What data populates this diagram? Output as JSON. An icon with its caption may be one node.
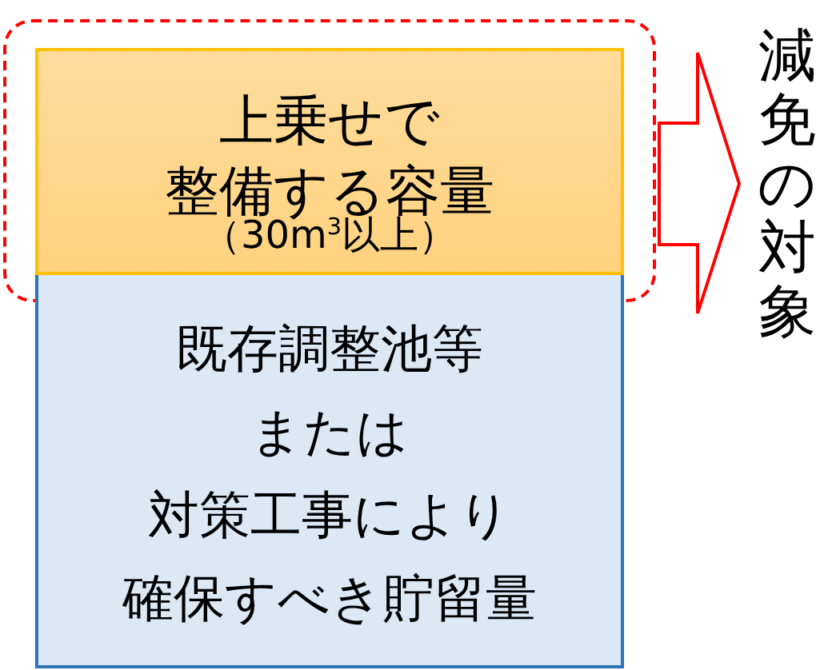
{
  "diagram": {
    "nodes": [
      {
        "text": [],
        "shape": "box"
      },
      {
        "text": [
          "上乗せで整備する容量",
          "（30m$^{3}$以上）"
        ],
        "in": 0
      },
      {
        "text": [
          "既存調整池等または対策工事により確保すべき貯留量"
        ]
      },
      {
        "text": [
          "減免の対象"
        ]
      }
    ],
    "edges": [
      {
        "from": 0,
        "to": 3,
        "arrow": "to"
      }
    ]
  }
}
